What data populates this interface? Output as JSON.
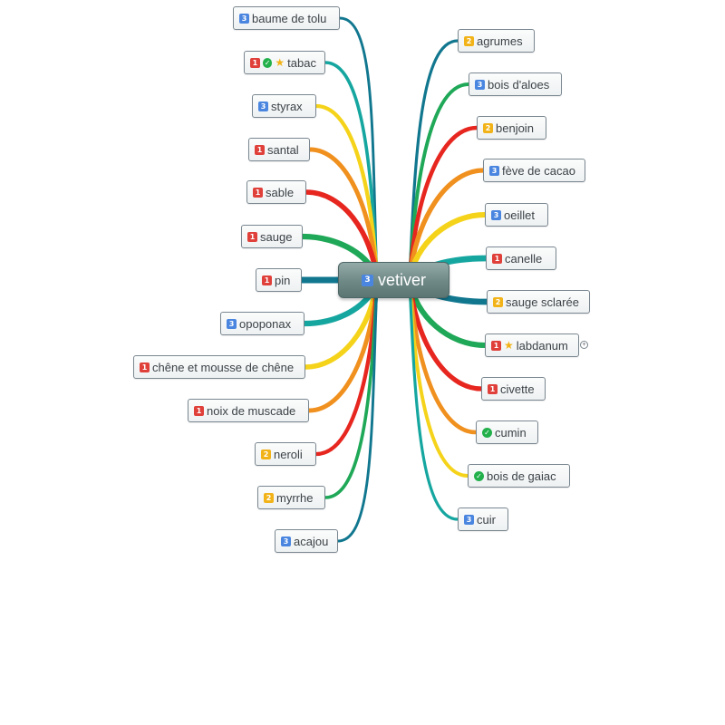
{
  "center": {
    "label": "vetiver",
    "priority": 3
  },
  "branch_colors": {
    "teal": "#11778f",
    "cyan": "#16a6a0",
    "green": "#1fa857",
    "yellow": "#f5d31a",
    "orange": "#f0901e",
    "red": "#e6261f"
  },
  "left_nodes": [
    {
      "label": "baume de tolu",
      "priority": 3,
      "icons": [],
      "color": "teal"
    },
    {
      "label": "tabac",
      "priority": 1,
      "icons": [
        "check-icon",
        "star-icon"
      ],
      "color": "cyan"
    },
    {
      "label": "styrax",
      "priority": 3,
      "icons": [],
      "color": "yellow"
    },
    {
      "label": "santal",
      "priority": 1,
      "icons": [],
      "color": "orange"
    },
    {
      "label": "sable",
      "priority": 1,
      "icons": [],
      "color": "red"
    },
    {
      "label": "sauge",
      "priority": 1,
      "icons": [],
      "color": "green"
    },
    {
      "label": "pin",
      "priority": 1,
      "icons": [],
      "color": "teal"
    },
    {
      "label": "opoponax",
      "priority": 3,
      "icons": [],
      "color": "cyan"
    },
    {
      "label": "chêne et mousse de chêne",
      "priority": 1,
      "icons": [],
      "color": "yellow"
    },
    {
      "label": "noix de muscade",
      "priority": 1,
      "icons": [],
      "color": "orange"
    },
    {
      "label": "neroli",
      "priority": 2,
      "icons": [],
      "color": "red"
    },
    {
      "label": "myrrhe",
      "priority": 2,
      "icons": [],
      "color": "green"
    },
    {
      "label": "acajou",
      "priority": 3,
      "icons": [],
      "color": "teal"
    }
  ],
  "right_nodes": [
    {
      "label": "agrumes",
      "priority": 2,
      "icons": [],
      "color": "teal"
    },
    {
      "label": "bois d'aloes",
      "priority": 3,
      "icons": [],
      "color": "green"
    },
    {
      "label": "benjoin",
      "priority": 2,
      "icons": [],
      "color": "red"
    },
    {
      "label": "fève de cacao",
      "priority": 3,
      "icons": [],
      "color": "orange"
    },
    {
      "label": "oeillet",
      "priority": 3,
      "icons": [],
      "color": "yellow"
    },
    {
      "label": "canelle",
      "priority": 1,
      "icons": [],
      "color": "cyan"
    },
    {
      "label": "sauge sclarée",
      "priority": 2,
      "icons": [],
      "color": "teal"
    },
    {
      "label": "labdanum",
      "priority": 1,
      "icons": [
        "star-icon"
      ],
      "color": "green",
      "collapsed": true
    },
    {
      "label": "civette",
      "priority": 1,
      "icons": [],
      "color": "red"
    },
    {
      "label": "cumin",
      "priority": null,
      "icons": [
        "check-icon"
      ],
      "color": "orange"
    },
    {
      "label": "bois de gaiac",
      "priority": null,
      "icons": [
        "check-icon"
      ],
      "color": "yellow"
    },
    {
      "label": "cuir",
      "priority": 3,
      "icons": [],
      "color": "cyan"
    }
  ]
}
